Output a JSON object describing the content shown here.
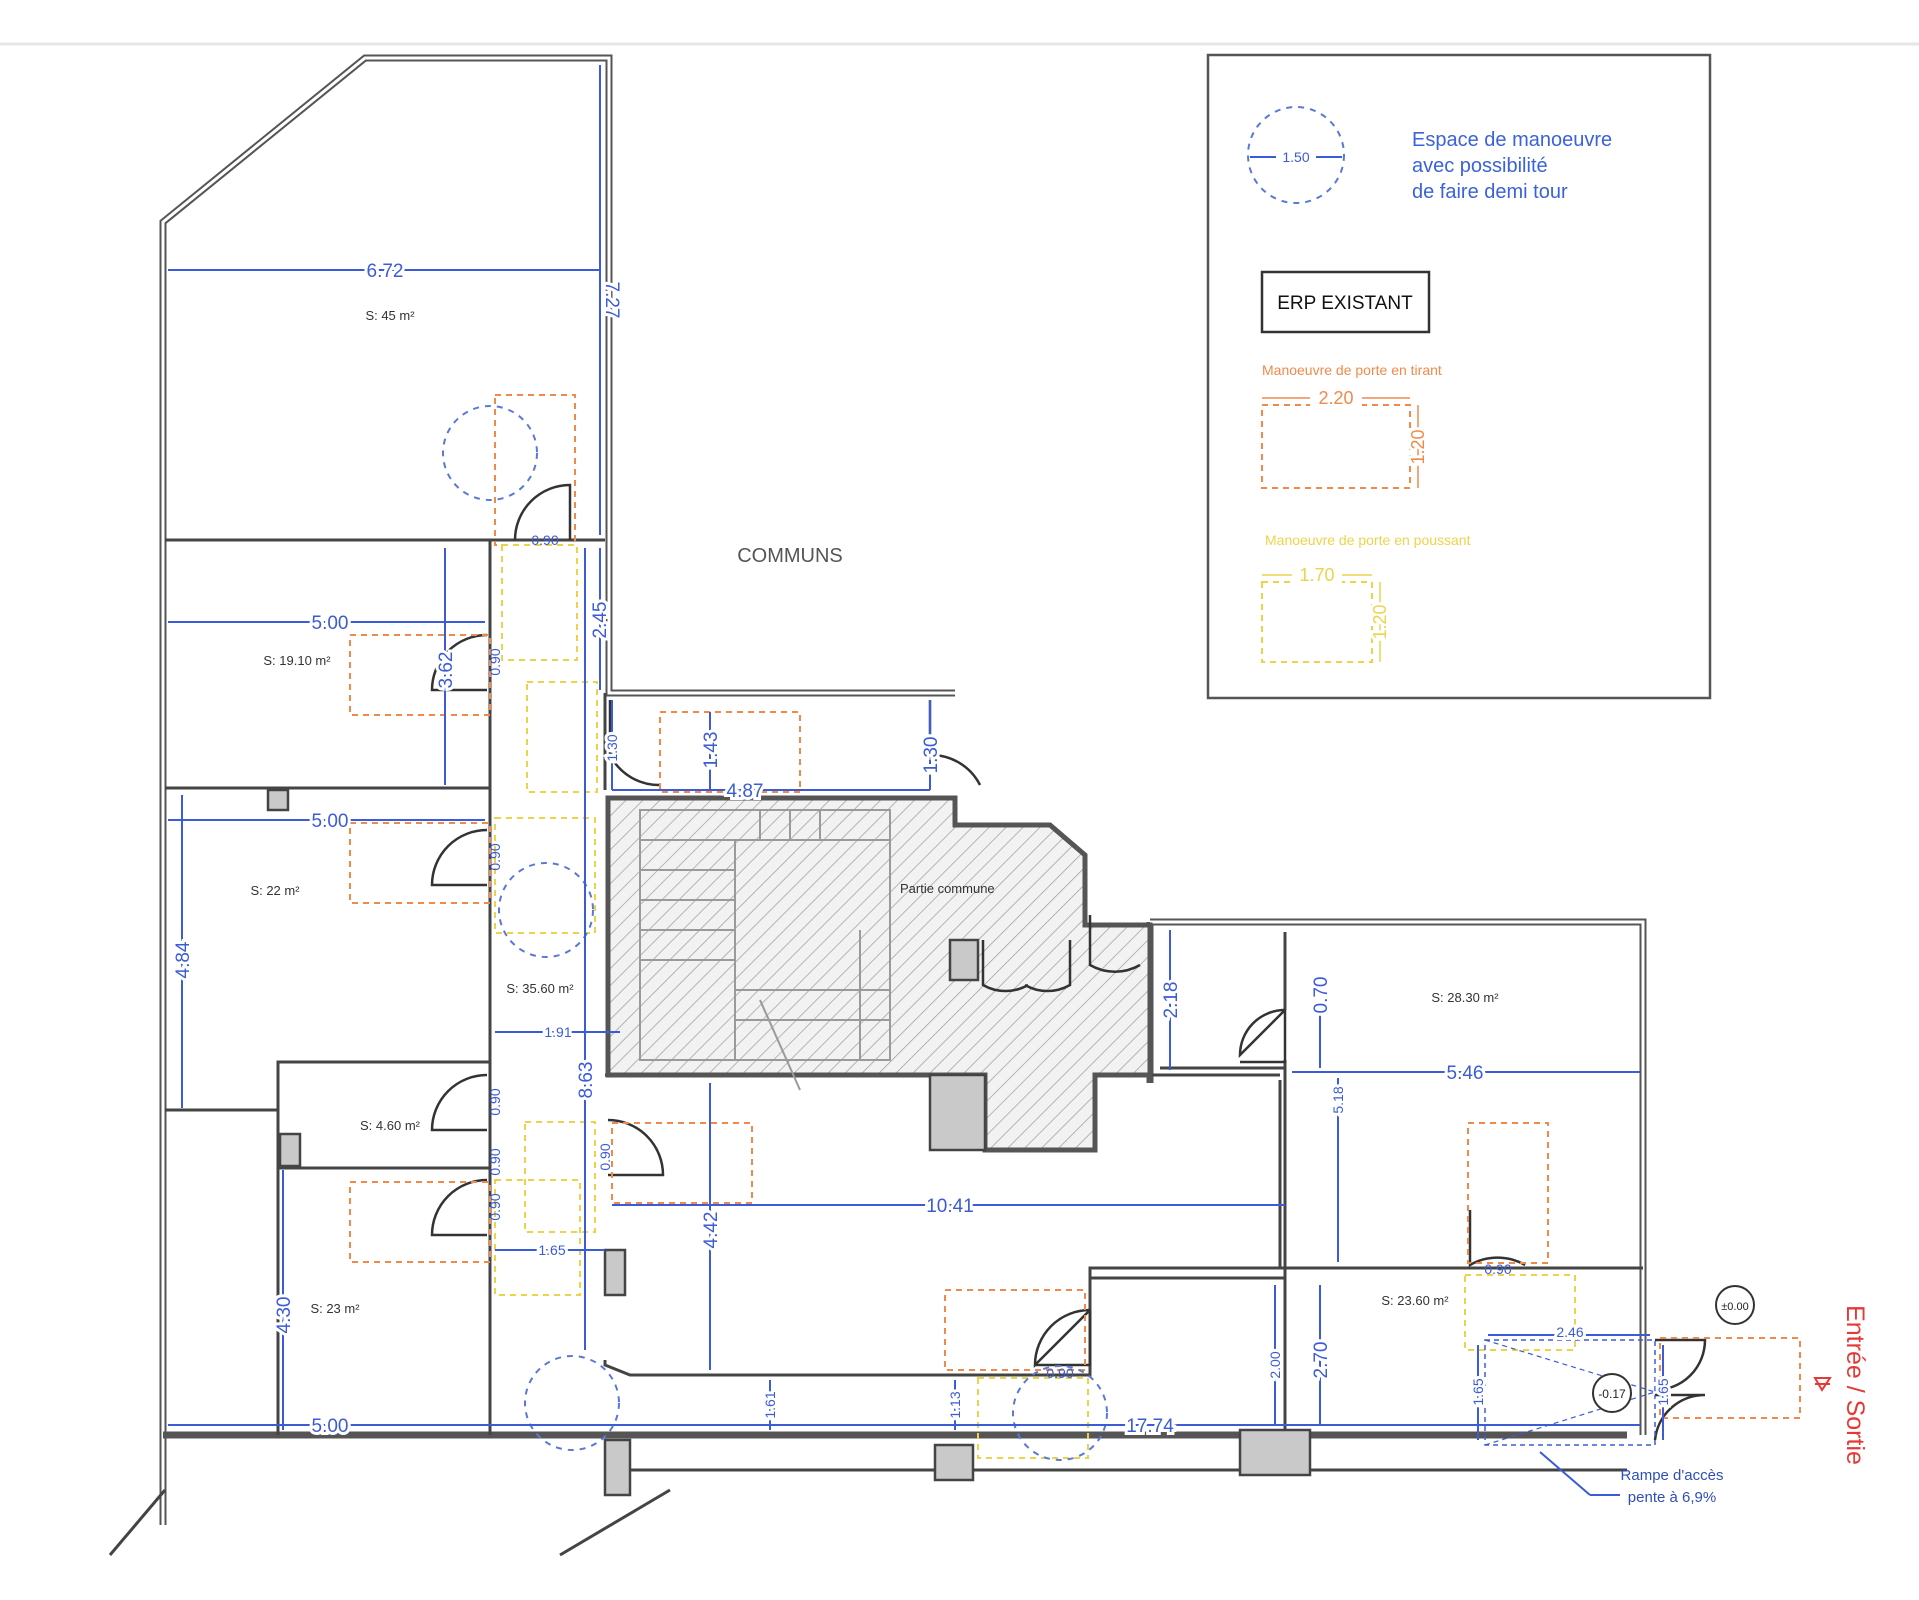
{
  "labels": {
    "communs": "COMMUNS",
    "partie_commune": "Partie commune",
    "entree_sortie": "Entrée / Sortie",
    "rampe_line1": "Rampe d'accès",
    "rampe_line2": "pente à 6,9%",
    "level_zero": "±0.00",
    "level_minus": "-0.17"
  },
  "legend": {
    "turn_diameter": "1.50",
    "turn_text_1": "Espace de manoeuvre",
    "turn_text_2": "avec possibilité",
    "turn_text_3": "de faire demi tour",
    "erp_label": "ERP EXISTANT",
    "pull_title": "Manoeuvre de porte en tirant",
    "pull_w": "2.20",
    "pull_h": "1.20",
    "push_title": "Manoeuvre de porte en poussant",
    "push_w": "1.70",
    "push_h": "1.20"
  },
  "areas": {
    "a45": "S: 45 m²",
    "a1910": "S: 19.10 m²",
    "a22": "S: 22 m²",
    "a3560": "S: 35.60 m²",
    "a460": "S: 4.60 m²",
    "a23": "S: 23 m²",
    "a2830": "S: 28.30 m²",
    "a2360": "S: 23.60 m²"
  },
  "dims": {
    "d672": "6.72",
    "d727": "7.27",
    "d500a": "5.00",
    "d362": "3.62",
    "d245": "2.45",
    "d500b": "5.00",
    "d484": "4.84",
    "d191": "1.91",
    "d863": "8.63",
    "d430": "4.30",
    "d500c": "5.00",
    "d165": "1.65",
    "d143": "1.43",
    "d487": "4.87",
    "d130a": "1.30",
    "d130b": "1.30",
    "d442": "4.42",
    "d1041": "10.41",
    "d161": "1.61",
    "d113": "1.13",
    "d1774": "17.74",
    "d218": "2.18",
    "d070": "0.70",
    "d546": "5.46",
    "d518": "5.18",
    "d200": "2.00",
    "d270": "2.70",
    "d246": "2.46",
    "d165b": "1.65",
    "d165c": "1.65",
    "d090a": "0.90",
    "d090b": "0.90",
    "d090c": "0.90",
    "d090d": "0.90",
    "d090e": "0.90",
    "d090f": "0.90",
    "d090g": "0.90",
    "d090h": "0.90",
    "d090i": "0.90"
  },
  "colors": {
    "dimension_blue": "#3b5bd9",
    "pull_orange": "#f08a4b",
    "push_yellow": "#ecd44a",
    "entrance_red": "#e53935"
  }
}
